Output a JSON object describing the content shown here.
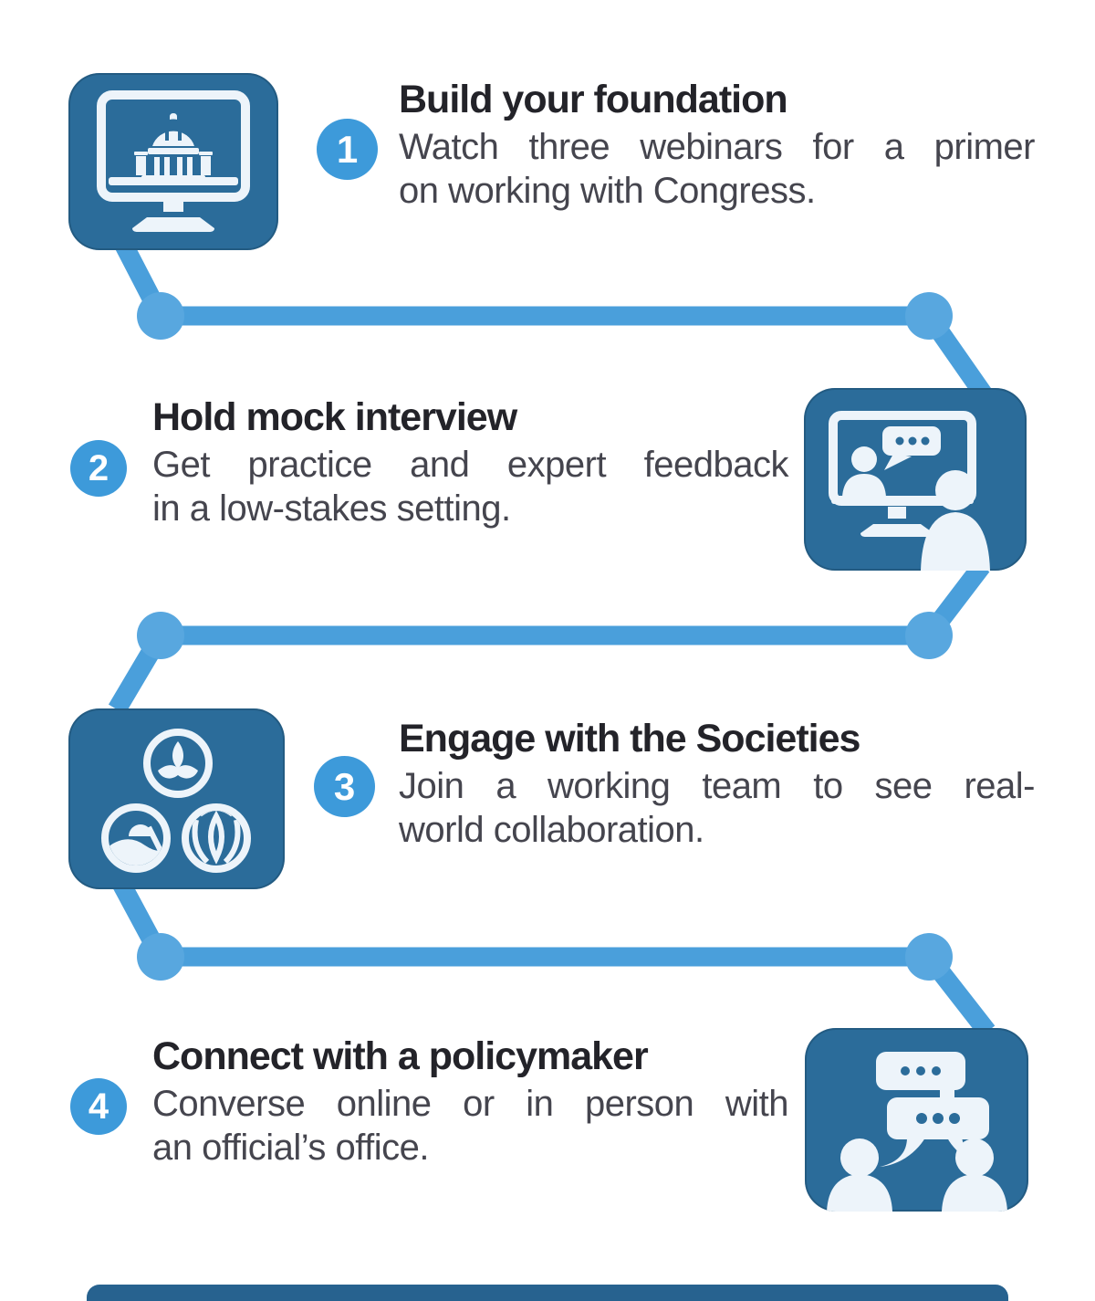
{
  "palette": {
    "tile_blue": "#2B6C9A",
    "connector_blue": "#4A9FDB",
    "node_dot_blue": "#58A7DF",
    "badge_blue": "#3D9ADA",
    "title_color": "#232329",
    "body_color": "#45454E",
    "icon_white": "#EDF4FA"
  },
  "steps": [
    {
      "number": "1",
      "title": "Build your foundation",
      "description": "Watch three webinars for a primer on working with Congress.",
      "description_lines": [
        "Watch three webinars for a primer",
        "on working with Congress."
      ],
      "icon": "capitol-on-monitor"
    },
    {
      "number": "2",
      "title": "Hold mock interview",
      "description": "Get practice and expert feedback in a low-stakes setting.",
      "description_lines": [
        "Get practice and expert feedback",
        "in a low-stakes setting."
      ],
      "icon": "video-interview-monitor"
    },
    {
      "number": "3",
      "title": "Engage with the Societies",
      "description": "Join a working team to see real-world collaboration.",
      "description_lines": [
        "Join a working team to see real-",
        "world collaboration."
      ],
      "icon": "three-society-seals"
    },
    {
      "number": "4",
      "title": "Connect with a policymaker",
      "description": "Converse online or in person with an official’s office.",
      "description_lines": [
        "Converse online or in person with",
        "an official’s office."
      ],
      "icon": "two-people-conversation"
    }
  ]
}
